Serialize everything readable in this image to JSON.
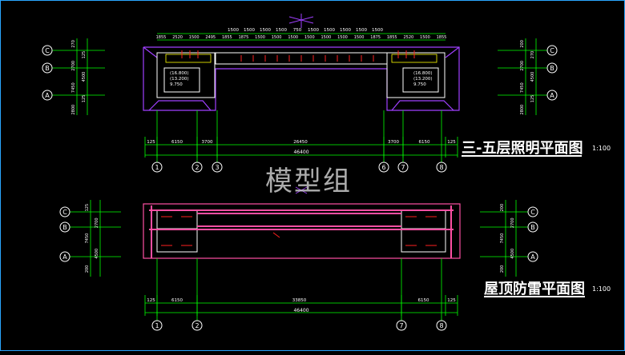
{
  "drawing": {
    "title_top": "三-五层照明平面图",
    "scale_top": "1:100",
    "title_bottom": "屋顶防雷平面图",
    "scale_bottom": "1:100",
    "watermark": "模型组"
  },
  "top_plan": {
    "top_dims_row1": [
      "1500",
      "1500",
      "1500",
      "1500",
      "750",
      "1500",
      "1500",
      "1500",
      "1500",
      "1500"
    ],
    "top_dims_row2": [
      "1855",
      "2520",
      "1500",
      "2495",
      "1855",
      "1875",
      "1500",
      "1500",
      "1500",
      "1500",
      "1500",
      "1500",
      "1500",
      "1875",
      "1855",
      "2520",
      "1500",
      "1855"
    ],
    "bottom_dims_row1": [
      "125",
      "6150",
      "3700",
      "26450",
      "3700",
      "6150",
      "125"
    ],
    "bottom_total": "46400",
    "axes_bottom": [
      "1",
      "2",
      "3",
      "6",
      "7",
      "8"
    ],
    "axes_side": [
      "C",
      "B",
      "A"
    ],
    "side_dims_left": [
      "270",
      "125",
      "2700",
      "4500",
      "7450",
      "125",
      "2800"
    ],
    "side_dims_right": [
      "200",
      "270",
      "2700",
      "4500",
      "7450",
      "125",
      "2800"
    ],
    "room_labels": [
      "(16.800)",
      "(13.200)",
      "9.750"
    ]
  },
  "bottom_plan": {
    "bottom_dims_row1": [
      "125",
      "6150",
      "33850",
      "6150",
      "125"
    ],
    "bottom_total": "46400",
    "axes_bottom": [
      "1",
      "2",
      "7",
      "8"
    ],
    "axes_side": [
      "C",
      "B",
      "A"
    ],
    "side_dims_left": [
      "125",
      "2700",
      "7450",
      "4500",
      "200"
    ],
    "side_dims_right": [
      "200",
      "2700",
      "7450",
      "4500",
      "200"
    ]
  },
  "colors": {
    "background": "#000000",
    "dim_line": "#00ff00",
    "axis_bubble": "#ffffff",
    "wall": "#ff4fa3",
    "outline": "#a040ff",
    "text": "#ffffff",
    "red": "#ff2020",
    "yellow": "#ffff00",
    "frame": "#2aa6ff"
  }
}
